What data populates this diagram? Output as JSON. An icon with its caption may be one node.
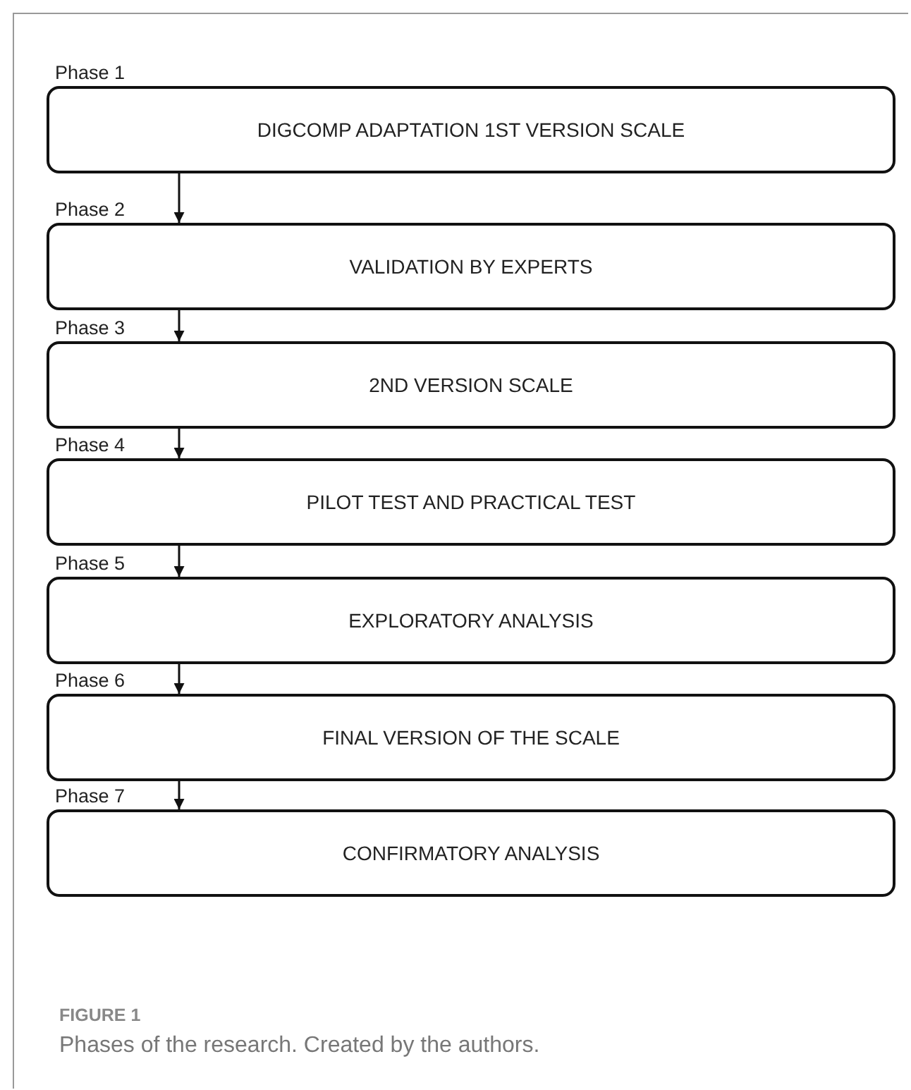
{
  "diagram": {
    "caption": "Phases of the research. Created by the authors.",
    "nodes": [
      {
        "text": [
          "Phase 1",
          "DIGCOMP ADAPTATION 1ST VERSION SCALE"
        ]
      },
      {
        "text": [
          "Phase 2",
          "VALIDATION BY EXPERTS"
        ]
      },
      {
        "text": [
          "Phase 3",
          "2ND VERSION SCALE"
        ]
      },
      {
        "text": [
          "Phase 4",
          "PILOT TEST AND PRACTICAL TEST"
        ]
      },
      {
        "text": [
          "Phase 5",
          "EXPLORATORY ANALYSIS"
        ]
      },
      {
        "text": [
          "Phase 6",
          "FINAL VERSION OF THE SCALE"
        ]
      },
      {
        "text": [
          "Phase 7",
          "CONFIRMATORY ANALYSIS"
        ]
      }
    ],
    "edges": [
      {
        "from": 0,
        "to": 1,
        "arrow": "to"
      },
      {
        "from": 1,
        "to": 2,
        "arrow": "to"
      },
      {
        "from": 2,
        "to": 3,
        "arrow": "to"
      },
      {
        "from": 3,
        "to": 4,
        "arrow": "to"
      },
      {
        "from": 4,
        "to": 5,
        "arrow": "to"
      },
      {
        "from": 5,
        "to": 6,
        "arrow": "to"
      }
    ],
    "labels": [
      "FIGURE 1"
    ]
  }
}
